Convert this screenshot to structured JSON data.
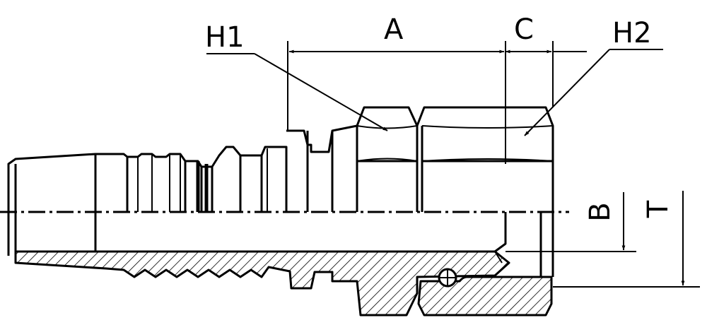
{
  "labels": {
    "h1": "H1",
    "h2": "H2",
    "a": "A",
    "c": "C",
    "b": "B",
    "t": "T"
  },
  "colors": {
    "line": "#000000",
    "background": "#ffffff"
  }
}
